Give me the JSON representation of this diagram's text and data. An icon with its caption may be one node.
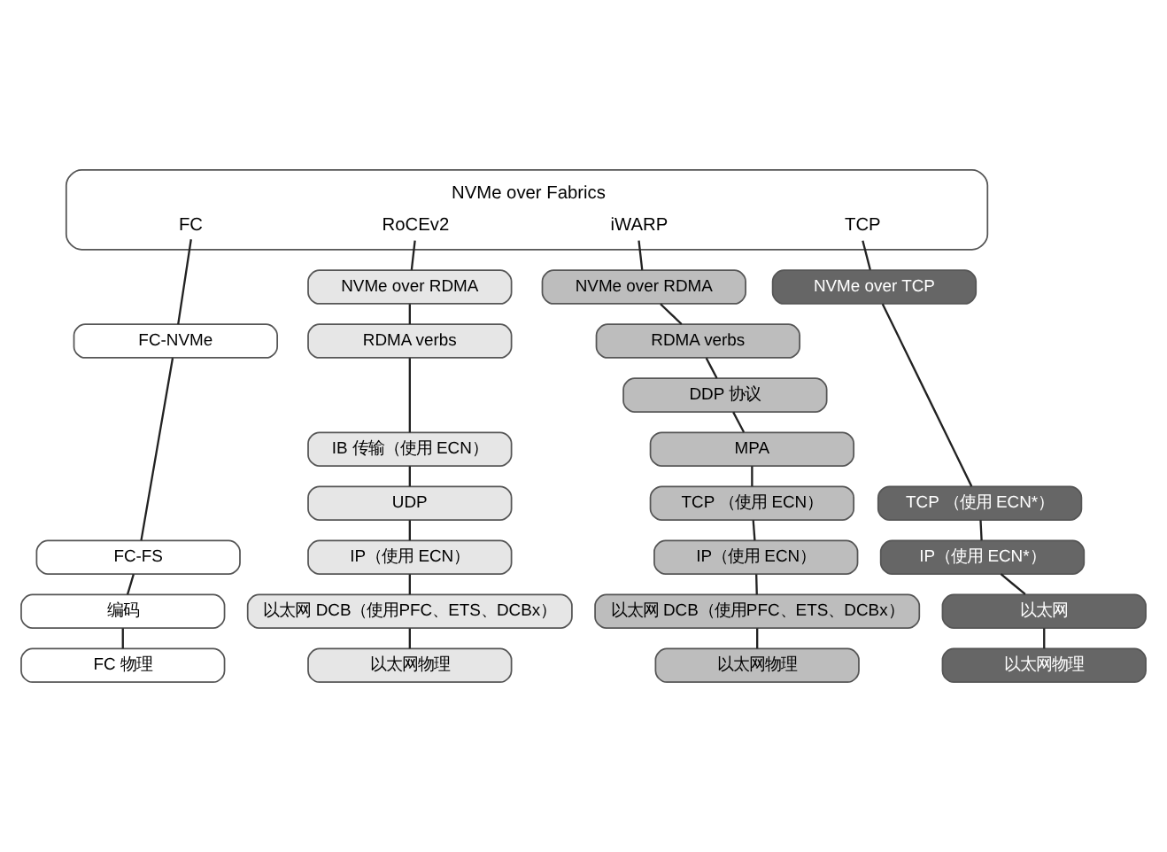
{
  "diagram": {
    "nodes": [
      {
        "text": [
          "NVMe over Fabrics",
          "FC",
          "RoCEv2",
          "iWARP",
          "TCP"
        ]
      },
      {
        "text": [
          "NVMe over RDMA"
        ]
      },
      {
        "text": [
          "NVMe over RDMA"
        ]
      },
      {
        "text": [
          "NVMe over TCP"
        ]
      },
      {
        "text": [
          "FC-NVMe"
        ]
      },
      {
        "text": [
          "RDMA verbs"
        ]
      },
      {
        "text": [
          "RDMA verbs"
        ]
      },
      {
        "text": [
          "DDP 协议"
        ]
      },
      {
        "text": [
          "IB 传输（使用 ECN）"
        ]
      },
      {
        "text": [
          "MPA"
        ]
      },
      {
        "text": [
          "TCP （使用 ECN）"
        ]
      },
      {
        "text": [
          "TCP （使用 ECN*）"
        ]
      },
      {
        "text": [
          "UDP"
        ]
      },
      {
        "text": [
          "FC-FS"
        ]
      },
      {
        "text": [
          "IP（使用 ECN）"
        ]
      },
      {
        "text": [
          "IP（使用 ECN）"
        ]
      },
      {
        "text": [
          "IP（使用 ECN*）"
        ]
      },
      {
        "text": [
          "编码"
        ]
      },
      {
        "text": [
          "以太网 DCB（使用PFC、ETS、DCBx）"
        ]
      },
      {
        "text": [
          "以太网 DCB（使用PFC、ETS、DCBx）"
        ]
      },
      {
        "text": [
          "以太网"
        ]
      },
      {
        "text": [
          "FC 物理"
        ]
      },
      {
        "text": [
          "以太网物理"
        ]
      },
      {
        "text": [
          "以太网物理"
        ]
      },
      {
        "text": [
          "以太网物理"
        ]
      }
    ],
    "edges": [
      {
        "from": 0,
        "to": 4,
        "arrow": "none"
      },
      {
        "from": 4,
        "to": 13,
        "arrow": "none"
      },
      {
        "from": 13,
        "to": 17,
        "arrow": "none"
      },
      {
        "from": 17,
        "to": 21,
        "arrow": "none"
      },
      {
        "from": 0,
        "to": 1,
        "arrow": "none"
      },
      {
        "from": 1,
        "to": 5,
        "arrow": "none"
      },
      {
        "from": 5,
        "to": 8,
        "arrow": "none"
      },
      {
        "from": 8,
        "to": 12,
        "arrow": "none"
      },
      {
        "from": 12,
        "to": 14,
        "arrow": "none"
      },
      {
        "from": 14,
        "to": 18,
        "arrow": "none"
      },
      {
        "from": 18,
        "to": 22,
        "arrow": "none"
      },
      {
        "from": 0,
        "to": 2,
        "arrow": "none"
      },
      {
        "from": 2,
        "to": 6,
        "arrow": "none"
      },
      {
        "from": 6,
        "to": 7,
        "arrow": "none"
      },
      {
        "from": 7,
        "to": 9,
        "arrow": "none"
      },
      {
        "from": 9,
        "to": 10,
        "arrow": "none"
      },
      {
        "from": 10,
        "to": 15,
        "arrow": "none"
      },
      {
        "from": 15,
        "to": 19,
        "arrow": "none"
      },
      {
        "from": 19,
        "to": 23,
        "arrow": "none"
      },
      {
        "from": 0,
        "to": 3,
        "arrow": "none"
      },
      {
        "from": 3,
        "to": 11,
        "arrow": "none"
      },
      {
        "from": 11,
        "to": 16,
        "arrow": "none"
      },
      {
        "from": 16,
        "to": 20,
        "arrow": "none"
      },
      {
        "from": 20,
        "to": 24,
        "arrow": "none"
      }
    ]
  }
}
